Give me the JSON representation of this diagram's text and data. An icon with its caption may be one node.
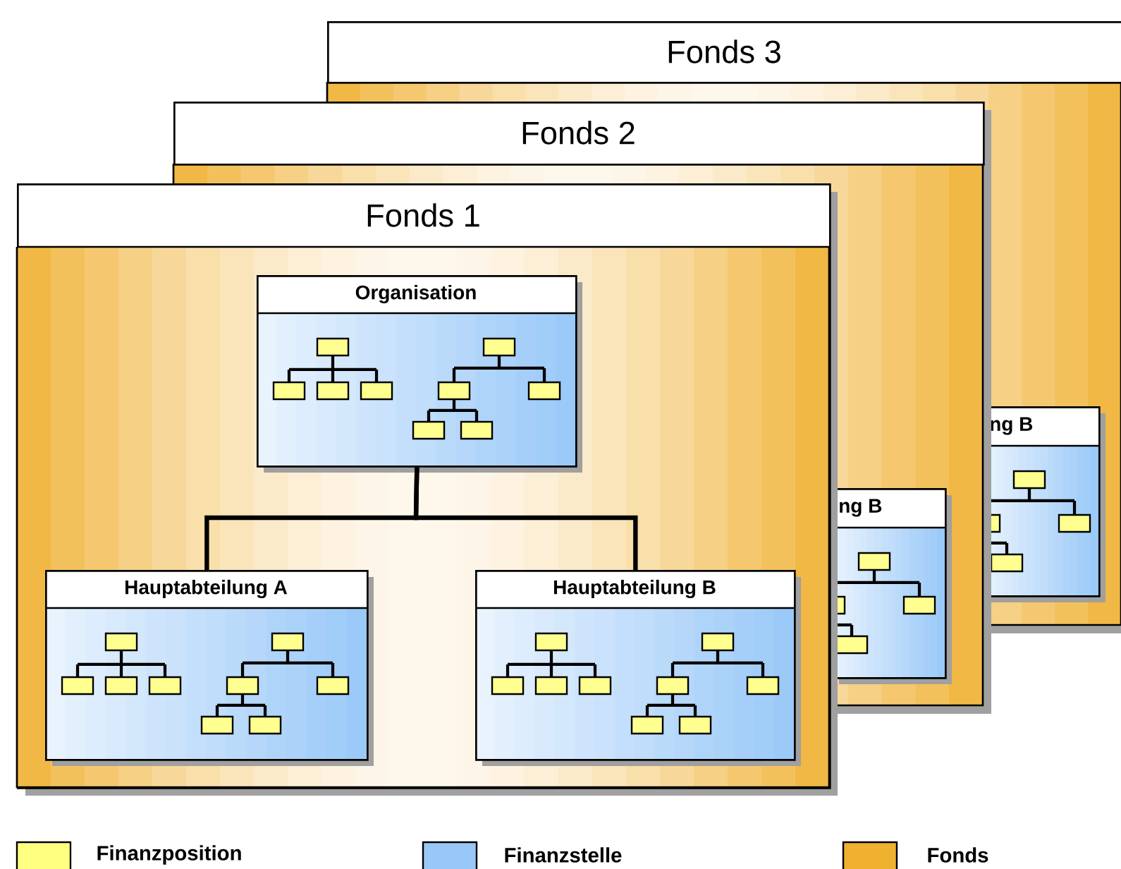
{
  "diagram": {
    "nodes": [
      {
        "text": [
          "Fonds 3"
        ]
      },
      {
        "text": [
          "ng B"
        ]
      },
      {
        "text": [
          "Fonds 2"
        ]
      },
      {
        "text": [
          "ng B"
        ]
      },
      {
        "text": [
          "Fonds 1"
        ]
      },
      {
        "text": [
          "Organisation"
        ],
        "in": 4
      },
      {
        "text": [
          "Hauptabteilung A"
        ],
        "in": 4
      },
      {
        "text": [
          "Hauptabteilung B"
        ],
        "in": 4
      }
    ],
    "edges": [
      {
        "from": 5,
        "to": 6,
        "arrow": "none"
      },
      {
        "from": 5,
        "to": 7,
        "arrow": "none"
      }
    ],
    "legend": [
      {
        "text": "Finanzposition",
        "color": "#ffff80"
      },
      {
        "text": "Finanzstelle",
        "color": "#99c8f8"
      },
      {
        "text": "Fonds",
        "color": "#f0b030"
      }
    ]
  }
}
